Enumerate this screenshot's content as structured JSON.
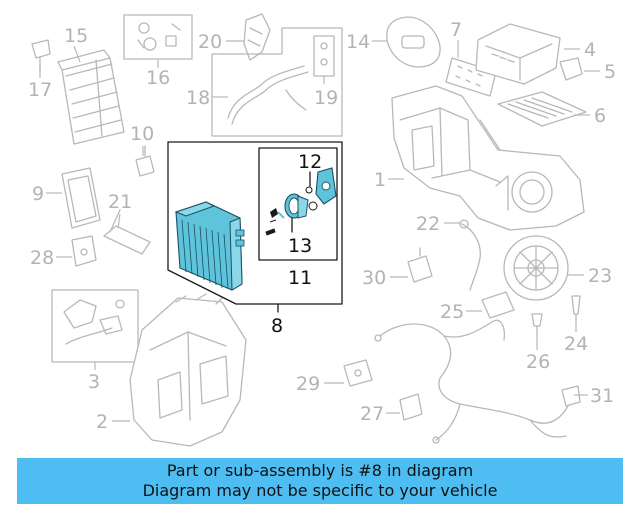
{
  "diagram": {
    "callouts": {
      "c1": "1",
      "c2": "2",
      "c3": "3",
      "c4": "4",
      "c5": "5",
      "c6": "6",
      "c7": "7",
      "c8": "8",
      "c9": "9",
      "c10": "10",
      "c11": "11",
      "c12": "12",
      "c13": "13",
      "c14": "14",
      "c15": "15",
      "c16": "16",
      "c17": "17",
      "c18": "18",
      "c19": "19",
      "c20": "20",
      "c21": "21",
      "c22": "22",
      "c23": "23",
      "c24": "24",
      "c25": "25",
      "c26": "26",
      "c27": "27",
      "c28": "28",
      "c29": "29",
      "c30": "30",
      "c31": "31"
    },
    "highlight_color": "#5fc3dc",
    "highlighted_part": "8"
  },
  "banner": {
    "line1": "Part or sub-assembly is #8 in diagram",
    "line2": "Diagram may not be specific to your vehicle",
    "background": "#4ebef2"
  }
}
